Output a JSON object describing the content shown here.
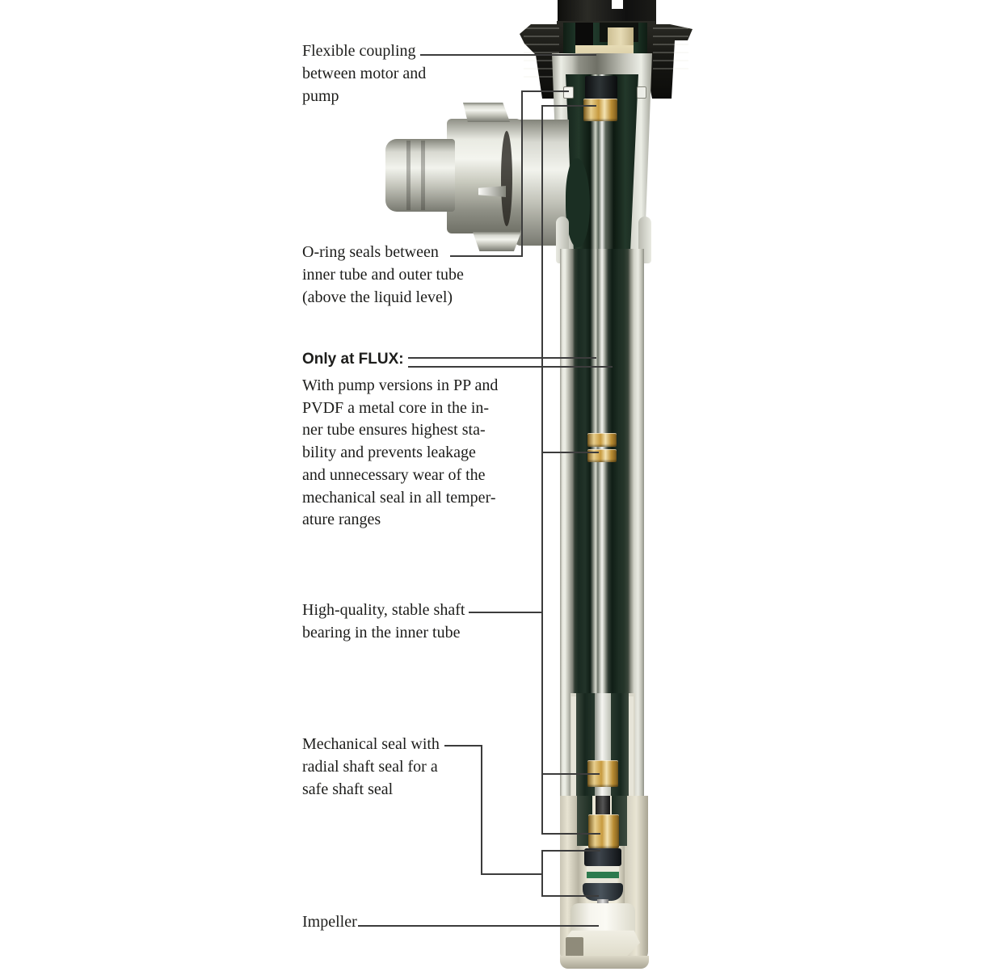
{
  "labels": {
    "flexible_coupling": {
      "lines": [
        "Flexible coupling",
        "between motor and",
        "pump"
      ]
    },
    "oring_seals": {
      "lines": [
        "O-ring seals between",
        "inner tube and outer tube",
        "(above the liquid level)"
      ]
    },
    "only_at_flux": {
      "heading": "Only at FLUX:",
      "lines": [
        "With pump versions in PP and",
        "PVDF a metal core in the in-",
        "ner tube ensures highest sta-",
        "bility and prevents leakage",
        "and unnecessary wear of the",
        "mechanical seal in all temper-",
        "ature ranges"
      ]
    },
    "shaft_bearing": {
      "lines": [
        "High-quality, stable shaft",
        "bearing in the inner tube"
      ]
    },
    "mechanical_seal": {
      "lines": [
        "Mechanical seal with",
        "radial shaft seal for a",
        "safe shaft seal"
      ]
    },
    "impeller": {
      "lines": [
        "Impeller"
      ]
    }
  },
  "colors": {
    "text": "#1d1d1b",
    "leader_line": "#3c3c3c",
    "housing_black": "#17171a",
    "interior_green": "#1d2f24",
    "coupling_tan": "#dccfa5",
    "metal_silver": "#e9eae4",
    "tube_gray": "#c6c7bd",
    "bearing_gold": "#c79a3f",
    "oring_green": "#2c7a4e",
    "seal_slate": "#3a434b",
    "impeller_white": "#f4f3ec",
    "foot_beige": "#d6d2c1"
  }
}
